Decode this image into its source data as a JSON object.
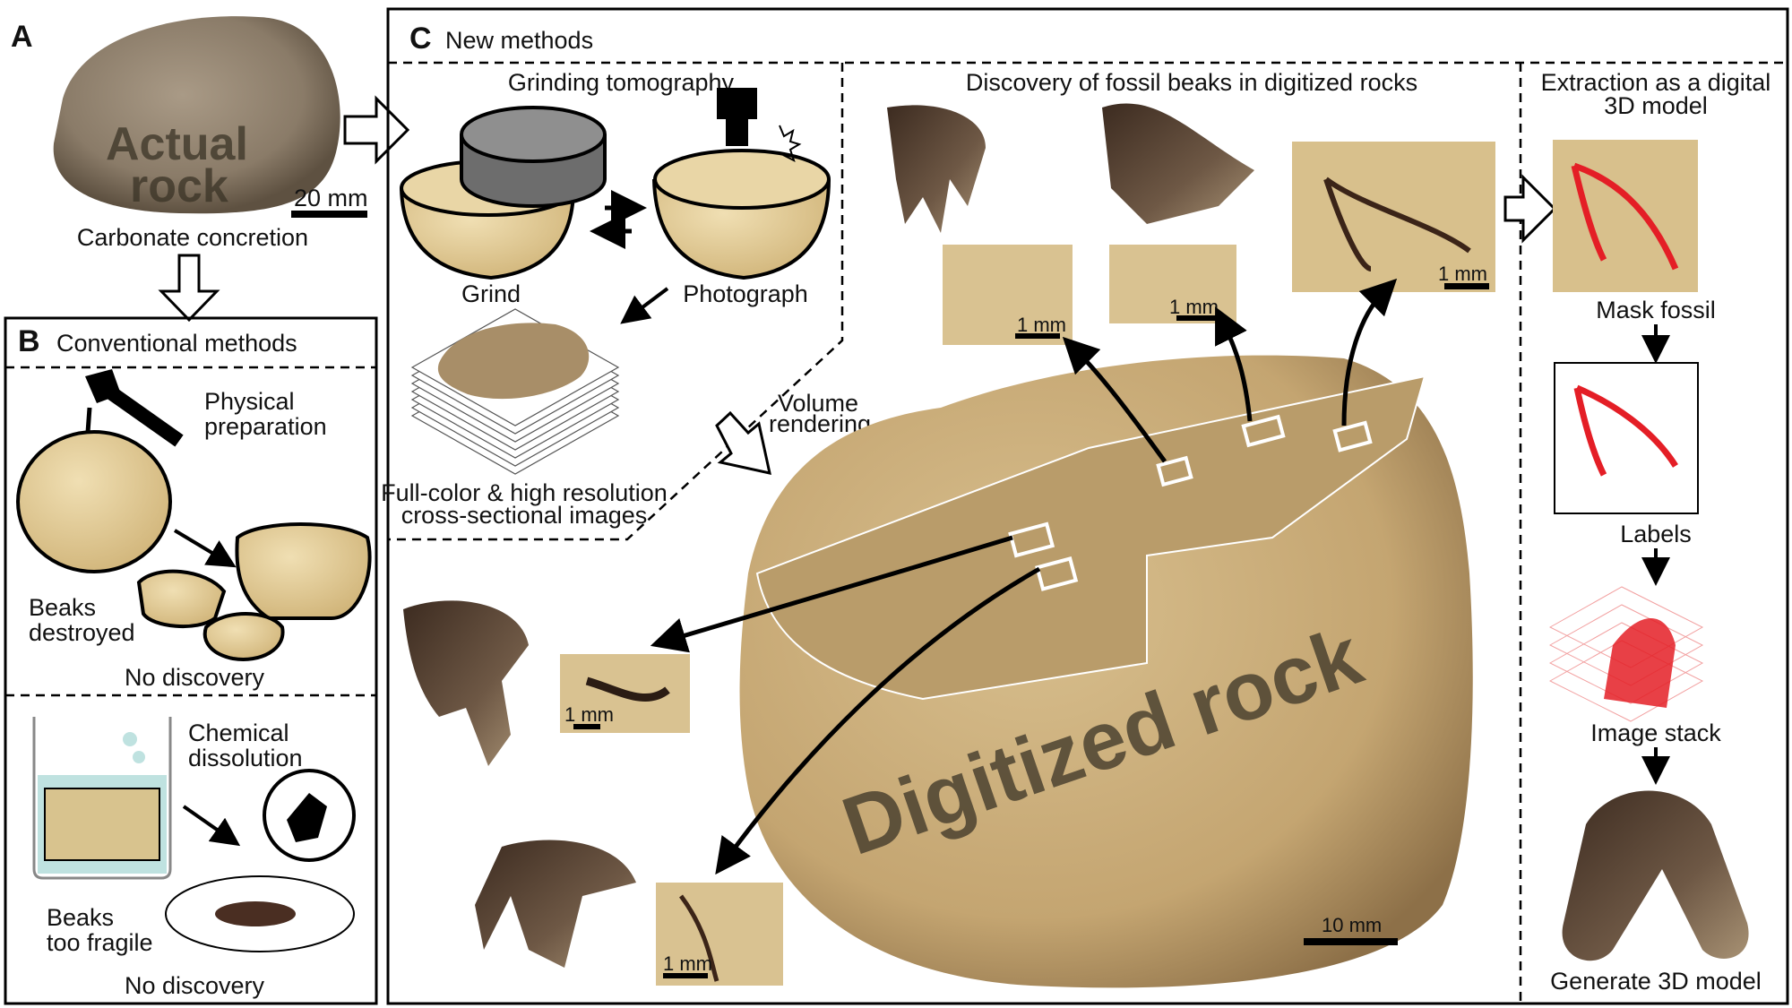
{
  "panel_a": {
    "letter": "A",
    "rock_text_1": "Actual",
    "rock_text_2": "rock",
    "scale_bar": "20 mm",
    "caption": "Carbonate concretion"
  },
  "panel_b": {
    "letter": "B",
    "title": "Conventional methods",
    "physical_1": "Physical",
    "physical_2": "preparation",
    "destroyed_1": "Beaks",
    "destroyed_2": "destroyed",
    "no_discovery_1": "No discovery",
    "chemical_1": "Chemical",
    "chemical_2": "dissolution",
    "fragile_1": "Beaks",
    "fragile_2": "too fragile",
    "no_discovery_2": "No discovery"
  },
  "panel_c": {
    "letter": "C",
    "title": "New methods",
    "grinding": {
      "title": "Grinding tomography",
      "grind": "Grind",
      "photograph": "Photograph",
      "images_1": "Full-color & high resolution",
      "images_2": "cross-sectional images"
    },
    "volume_1": "Volume",
    "volume_2": "rendering",
    "discovery": {
      "title": "Discovery of fossil beaks in digitized rocks",
      "rock_text": "Digitized rock",
      "scale_rock": "10 mm",
      "scale_small": "1 mm"
    },
    "extraction": {
      "title_1": "Extraction as a digital",
      "title_2": "3D model",
      "steps": [
        "Mask fossil",
        "Labels",
        "Image stack",
        "Generate 3D model"
      ]
    }
  },
  "colors": {
    "rock": "#c9ae7f",
    "rock_dark": "#7a6a55",
    "mask_red": "#e41e26",
    "stone_tan": "#e3cf9c"
  }
}
